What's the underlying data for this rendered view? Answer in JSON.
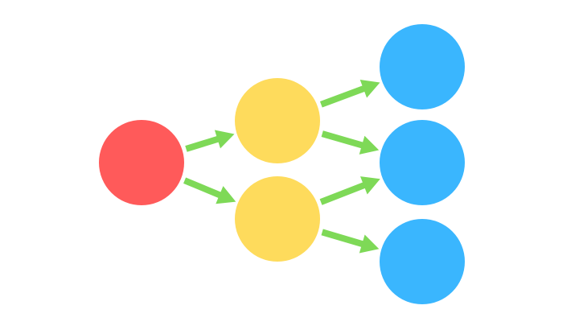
{
  "diagram": {
    "type": "tree",
    "colors": {
      "root": "#ff5a5a",
      "level2": "#fedb5c",
      "level3": "#3ab6fe",
      "arrow": "#7ed957",
      "background": "#ffffff"
    },
    "nodes": [
      {
        "id": "root",
        "level": 1
      },
      {
        "id": "mid-top",
        "level": 2
      },
      {
        "id": "mid-bottom",
        "level": 2
      },
      {
        "id": "leaf-top",
        "level": 3
      },
      {
        "id": "leaf-middle",
        "level": 3
      },
      {
        "id": "leaf-bottom",
        "level": 3
      }
    ],
    "edges": [
      {
        "from": "root",
        "to": "mid-top"
      },
      {
        "from": "root",
        "to": "mid-bottom"
      },
      {
        "from": "mid-top",
        "to": "leaf-top"
      },
      {
        "from": "mid-top",
        "to": "leaf-middle"
      },
      {
        "from": "mid-bottom",
        "to": "leaf-middle"
      },
      {
        "from": "mid-bottom",
        "to": "leaf-bottom"
      }
    ]
  }
}
